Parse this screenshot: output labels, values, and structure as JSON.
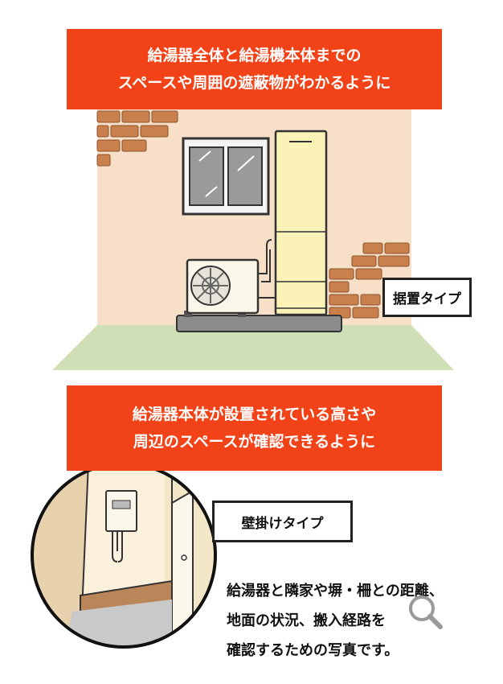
{
  "top": {
    "banner_line1": "給湯器全体と給湯機本体までの",
    "banner_line2": "スペースや周囲の遮蔽物がわかるように",
    "type_label": "据置タイプ"
  },
  "bottom": {
    "banner_line1": "給湯器本体が設置されている高さや",
    "banner_line2": "周辺のスペースが確認できるように",
    "type_label": "壁掛けタイプ"
  },
  "note": {
    "line1": "給湯器と隣家や塀・柵との距離、",
    "line2": "地面の状況、搬入経路を",
    "line3": "確認するための写真です。"
  },
  "icons": {
    "zoom": "magnifier-icon"
  },
  "colors": {
    "banner": "#f24318",
    "wall": "#f8dfc8",
    "floor": "#cfe0b7",
    "heater": "#fbf2b8"
  }
}
